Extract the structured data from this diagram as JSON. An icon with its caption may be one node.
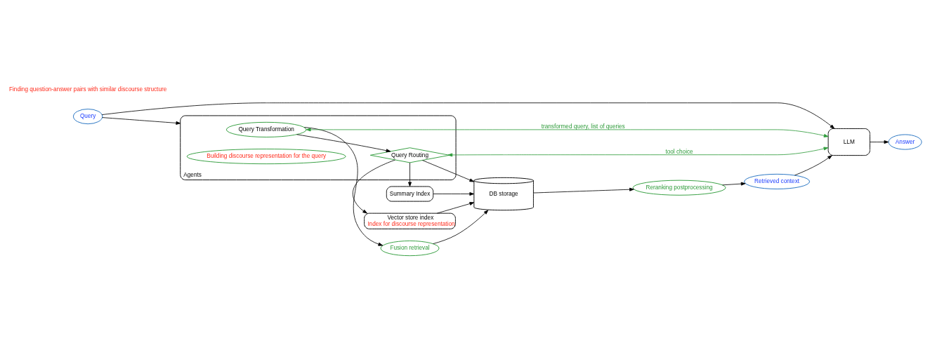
{
  "diagram": {
    "nodes": [
      {
        "text": [
          "Agents"
        ]
      },
      {
        "text": [
          "Query"
        ]
      },
      {
        "text": [
          "Query Transformation"
        ],
        "in": 0
      },
      {
        "text": [
          "Query Routing"
        ],
        "in": 0
      },
      {
        "text": [
          "Building discourse representation for the query"
        ],
        "in": 0
      },
      {
        "text": [
          "Fusion retrieval"
        ]
      },
      {
        "text": [
          "DB storage"
        ]
      },
      {
        "text": [
          "Vector store index",
          "Index for discourse representation"
        ]
      },
      {
        "text": [
          "Summary Index"
        ]
      },
      {
        "text": [
          "Reranking postprocessing"
        ]
      },
      {
        "text": [
          "Retrieved context"
        ]
      },
      {
        "text": [
          "LLM"
        ]
      },
      {
        "text": [
          "Answer"
        ]
      }
    ],
    "edges": [
      {
        "from": 1,
        "to": 0,
        "arrow": "to"
      },
      {
        "from": 2,
        "to": 5,
        "arrow": "to"
      },
      {
        "from": 2,
        "to": 3,
        "arrow": "to"
      },
      {
        "from": 5,
        "to": 6,
        "arrow": "to"
      },
      {
        "from": 3,
        "to": 6,
        "arrow": "to"
      },
      {
        "from": 3,
        "to": 7,
        "arrow": "to"
      },
      {
        "from": 3,
        "to": 8,
        "arrow": "to"
      },
      {
        "from": 7,
        "to": 6,
        "arrow": "to"
      },
      {
        "from": 8,
        "to": 6,
        "arrow": "to"
      },
      {
        "from": 6,
        "to": 9,
        "arrow": "to"
      },
      {
        "from": 9,
        "to": 10,
        "arrow": "to"
      },
      {
        "from": 10,
        "to": 11,
        "arrow": "to"
      },
      {
        "from": 1,
        "to": 11,
        "arrow": "to"
      },
      {
        "from": 11,
        "to": 2,
        "arrow": "both",
        "label": "transformed query, list of queries",
        "color": "#2e9b3a"
      },
      {
        "from": 11,
        "to": 3,
        "arrow": "both",
        "label": "tool choice",
        "color": "#2e9b3a"
      },
      {
        "from": 11,
        "to": 12,
        "arrow": "to"
      }
    ],
    "labels": [
      "Finding question-answer pairs with similar discourse structure"
    ]
  }
}
